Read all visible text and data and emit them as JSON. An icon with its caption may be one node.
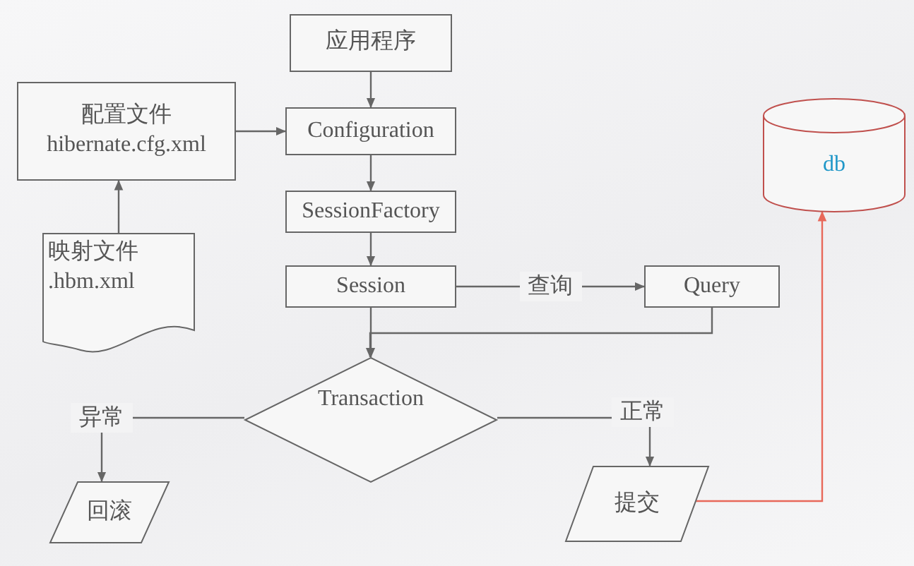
{
  "diagram": {
    "nodes": [
      {
        "text": [
          "应用程序"
        ]
      },
      {
        "text": [
          "配置文件",
          "hibernate.cfg.xml"
        ]
      },
      {
        "text": [
          "Configuration"
        ]
      },
      {
        "text": [
          "SessionFactory"
        ]
      },
      {
        "text": [
          "Session"
        ]
      },
      {
        "text": [
          "Query"
        ]
      },
      {
        "text": [
          "映射文件",
          ".hbm.xml"
        ]
      },
      {
        "text": [
          "Transaction"
        ]
      },
      {
        "text": [
          "回滚"
        ]
      },
      {
        "text": [
          "提交"
        ]
      },
      {
        "text": [
          "db"
        ]
      }
    ],
    "edges": [
      {
        "from": 0,
        "to": 2,
        "arrow": "to"
      },
      {
        "from": 1,
        "to": 2,
        "arrow": "to"
      },
      {
        "from": 6,
        "to": 1,
        "arrow": "to"
      },
      {
        "from": 2,
        "to": 3,
        "arrow": "to"
      },
      {
        "from": 3,
        "to": 4,
        "arrow": "to"
      },
      {
        "from": 4,
        "to": 5,
        "arrow": "to",
        "label": "查询"
      },
      {
        "from": 4,
        "to": 7,
        "arrow": "to"
      },
      {
        "from": 5,
        "to": 7,
        "arrow": "to"
      },
      {
        "from": 7,
        "to": 8,
        "arrow": "to",
        "label": "异常"
      },
      {
        "from": 7,
        "to": 9,
        "arrow": "to",
        "label": "正常"
      },
      {
        "from": 9,
        "to": 10,
        "arrow": "to",
        "color": "#e8685a"
      }
    ]
  }
}
